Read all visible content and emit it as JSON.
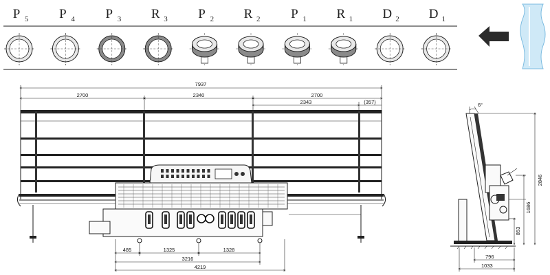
{
  "colors": {
    "line": "#222222",
    "wheel_fill": "#e8e8e8",
    "wheel_dark": "#8a8a8a",
    "arrow": "#2b2b2b",
    "glass": "#cfe9f7",
    "glass_edge": "#7bbbe0"
  },
  "wheels": [
    {
      "name": "P",
      "sub": "5",
      "style": "plain"
    },
    {
      "name": "P",
      "sub": "4",
      "style": "plain"
    },
    {
      "name": "P",
      "sub": "3",
      "style": "dark"
    },
    {
      "name": "R",
      "sub": "3",
      "style": "dark"
    },
    {
      "name": "P",
      "sub": "2",
      "style": "cup"
    },
    {
      "name": "R",
      "sub": "2",
      "style": "cup"
    },
    {
      "name": "P",
      "sub": "1",
      "style": "cup"
    },
    {
      "name": "R",
      "sub": "1",
      "style": "cup"
    },
    {
      "name": "D",
      "sub": "2",
      "style": "plain"
    },
    {
      "name": "D",
      "sub": "1",
      "style": "plain"
    }
  ],
  "icons": {
    "direction": "arrow-left-icon",
    "glass": "glass-edge-icon"
  },
  "front_view": {
    "overall": "7937",
    "top_segments": [
      "2700",
      "2340",
      "2700"
    ],
    "second_row": [
      "2343",
      "(357)"
    ],
    "bottom_segments": [
      "485",
      "1325",
      "1328"
    ],
    "bottom_total": "3216",
    "base_total": "4219"
  },
  "side_view": {
    "angle": "6°",
    "height_total": "2846",
    "height_mid": "1686",
    "height_low": "853",
    "depth": "796",
    "base_depth": "1033"
  }
}
